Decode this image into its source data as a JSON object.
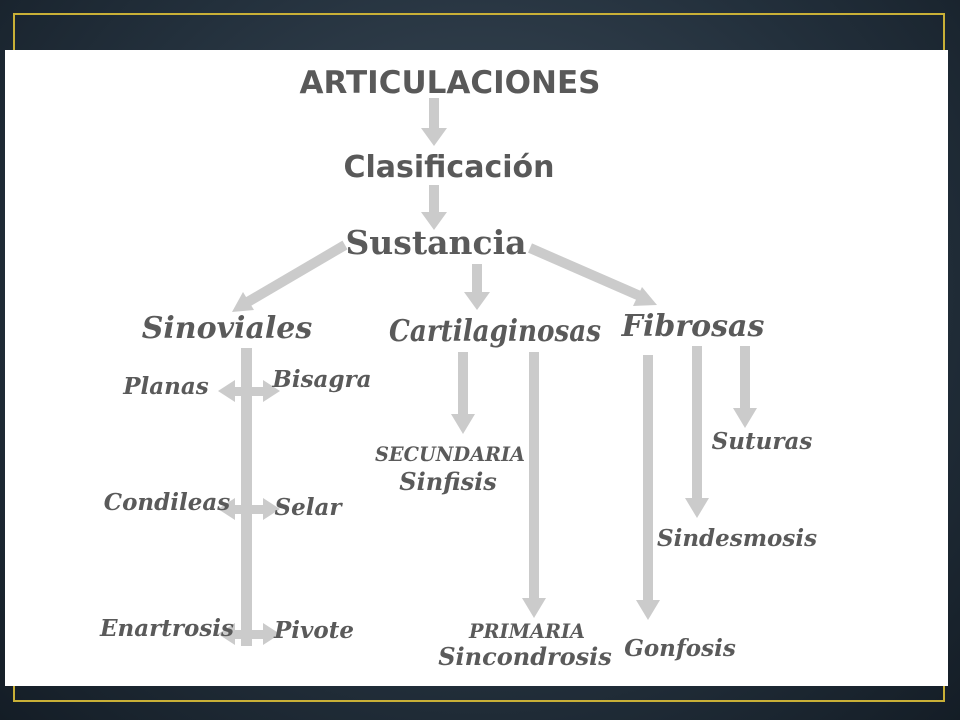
{
  "diagram": {
    "title": "ARTICULACIONES",
    "level2": "Clasificación",
    "level3": "Sustancia",
    "categories": {
      "sinoviales": {
        "label": "Sinoviales",
        "items": [
          "Planas",
          "Bisagra",
          "Condileas",
          "Selar",
          "Enartrosis",
          "Pivote"
        ]
      },
      "cartilaginosas": {
        "label": "Cartilaginosas",
        "secundaria": "SECUNDARIA",
        "sinfisis": "Sinfisis",
        "primaria": "PRIMARIA",
        "sincondrosis": "Sincondrosis"
      },
      "fibrosas": {
        "label": "Fibrosas",
        "items": [
          "Suturas",
          "Sindesmosis",
          "Gonfosis"
        ]
      }
    },
    "colors": {
      "frame_border": "#c9b037",
      "arrow": "#cbcbcb",
      "text": "#595959",
      "panel": "#ffffff"
    }
  }
}
